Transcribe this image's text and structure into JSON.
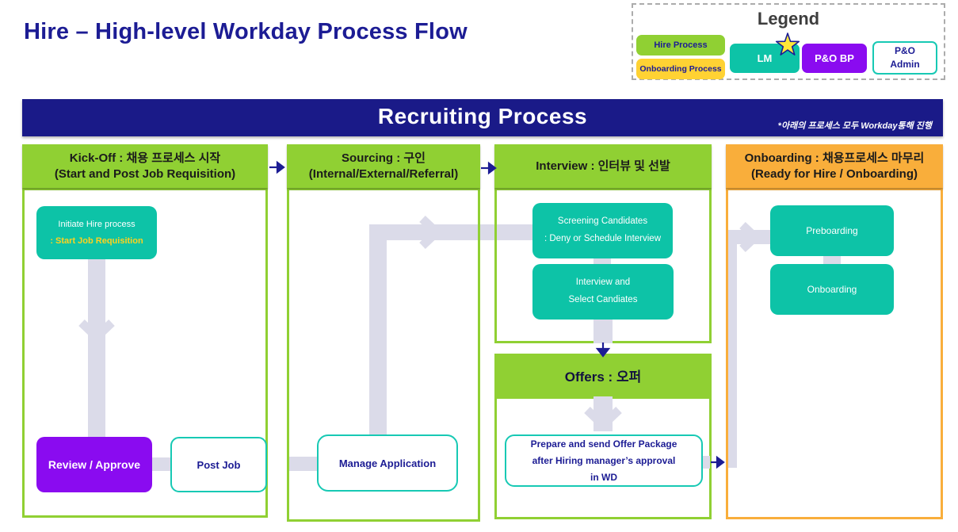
{
  "page": {
    "title": "Hire – High-level Workday Process Flow"
  },
  "legend": {
    "title": "Legend",
    "hire_process": "Hire Process",
    "onboarding_process": "Onboarding Process",
    "lm": "LM",
    "po_bp": "P&O BP",
    "po_admin_line1": "P&O",
    "po_admin_line2": "Admin"
  },
  "icons": {
    "legend_star": "star-icon"
  },
  "banner": {
    "title": "Recruiting Process",
    "note": "*아래의 프로세스 모두 Workday통해 진행"
  },
  "columns": {
    "kickoff": {
      "title_line1": "Kick-Off : 채용 프로세스 시작",
      "title_line2": "(Start and Post Job Requisition)",
      "initiate_line1": "Initiate Hire process",
      "initiate_line2": ": Start Job Requisition",
      "review": "Review / Approve",
      "post_job": "Post Job"
    },
    "sourcing": {
      "title_line1": "Sourcing : 구인",
      "title_line2": "(Internal/External/Referral)",
      "manage_application": "Manage Application"
    },
    "interview": {
      "title": "Interview : 인터뷰 및 선발",
      "screening_line1": "Screening Candidates",
      "screening_line2": ": Deny or Schedule Interview",
      "select_line1": "Interview and",
      "select_line2": "Select Candiates",
      "offers_title": "Offers : 오퍼",
      "offer_package_line1": "Prepare and send Offer Package",
      "offer_package_line2": "after Hiring manager’s approval",
      "offer_package_line3": "in WD"
    },
    "onboarding": {
      "title_line1": "Onboarding : 채용프로세스 마무리",
      "title_line2": "(Ready for Hire / Onboarding)",
      "preboarding": "Preboarding",
      "onboarding": "Onboarding"
    }
  },
  "colors": {
    "hire_green": "#90D033",
    "onboarding_orange": "#F9AE3B",
    "onboarding_yellow": "#FFD233",
    "lm_teal": "#0DC3A7",
    "teal_border": "#17C9B4",
    "pobp_purple": "#8A0BF0",
    "navy_text": "#1C1C94",
    "banner_navy": "#1A1A88",
    "connector_lavender": "#DBDBE9",
    "highlight_yellow": "#FFD21E"
  }
}
